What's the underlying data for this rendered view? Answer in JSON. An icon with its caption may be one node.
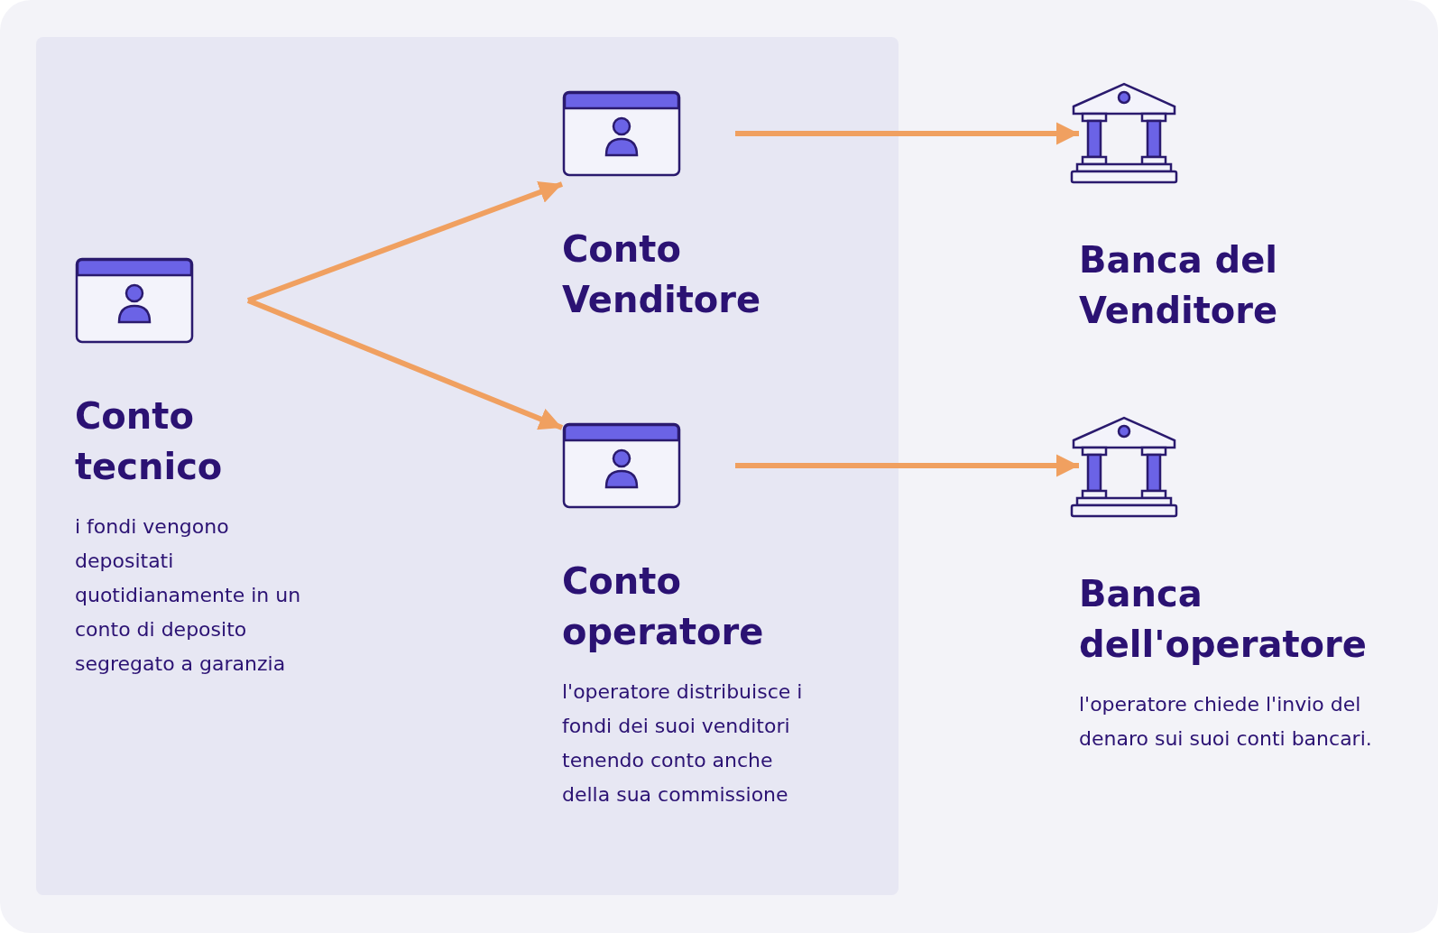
{
  "diagram": {
    "nodes": [
      {
        "text": [],
        "shape": "box"
      },
      {
        "text": [
          "Conto tecnico",
          "i fondi vengono depositati quotidianamente in un conto di deposito segregato a garanzia"
        ],
        "in": 0
      },
      {
        "text": [
          "Conto Venditore"
        ],
        "in": 0
      },
      {
        "text": [
          "Conto operatore",
          "l'operatore distribuisce i fondi dei suoi venditori tenendo conto anche della sua commissione"
        ],
        "in": 0
      },
      {
        "text": [
          "Banca del Venditore"
        ]
      },
      {
        "text": [
          "Banca dell'operatore",
          "l'operatore chiede l'invio del denaro sui suoi conti bancari."
        ]
      }
    ],
    "edges": [
      {
        "from": 1,
        "to": 2,
        "arrow": "to"
      },
      {
        "from": 1,
        "to": 3,
        "arrow": "to"
      },
      {
        "from": 2,
        "to": 4,
        "arrow": "to"
      },
      {
        "from": 3,
        "to": 5,
        "arrow": "to"
      }
    ]
  }
}
